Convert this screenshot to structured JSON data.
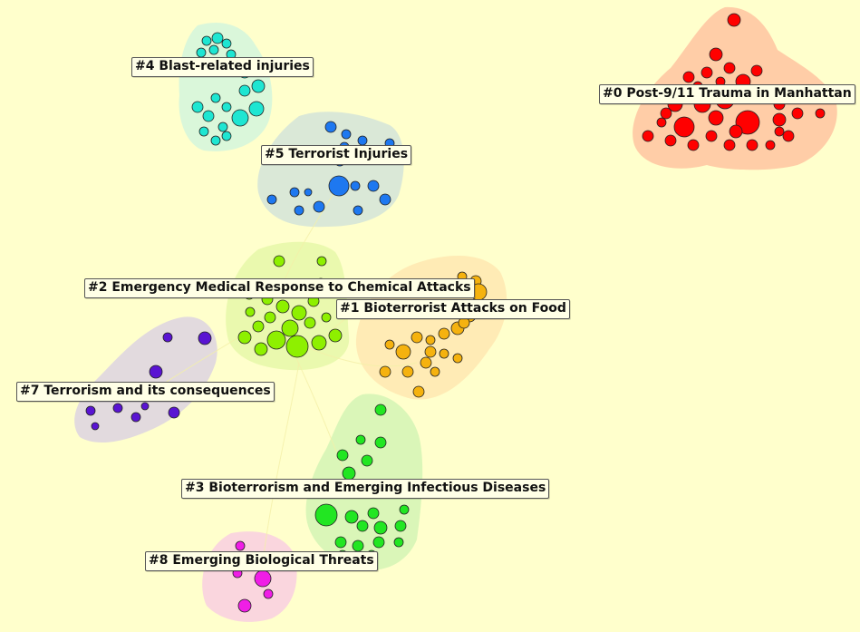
{
  "clusters": [
    {
      "id": "0",
      "label": "#0 Post-9/11 Trauma in Manhattan",
      "color": "#ff0000",
      "hull_color": "#ffc4a0"
    },
    {
      "id": "1",
      "label": "#1 Bioterrorist Attacks on Food",
      "color": "#f5b20f",
      "hull_color": "#ffe8b0"
    },
    {
      "id": "2",
      "label": "#2 Emergency Medical Response to Chemical Attacks",
      "color": "#8ef000",
      "hull_color": "#e6f8a8"
    },
    {
      "id": "3",
      "label": "#3 Bioterrorism and Emerging Infectious Diseases",
      "color": "#22e622",
      "hull_color": "#d4f4b4"
    },
    {
      "id": "4",
      "label": "#4 Blast-related injuries",
      "color": "#1ee6d2",
      "hull_color": "#d4f6dc"
    },
    {
      "id": "5",
      "label": "#5 Terrorist Injuries",
      "color": "#1e78f0",
      "hull_color": "#d4e4d8"
    },
    {
      "id": "7",
      "label": "#7 Terrorism and its consequences",
      "color": "#5a14d2",
      "hull_color": "#ddd3e0"
    },
    {
      "id": "8",
      "label": "#8 Emerging Biological Threats",
      "color": "#f01ee6",
      "hull_color": "#f9cfe0"
    }
  ]
}
